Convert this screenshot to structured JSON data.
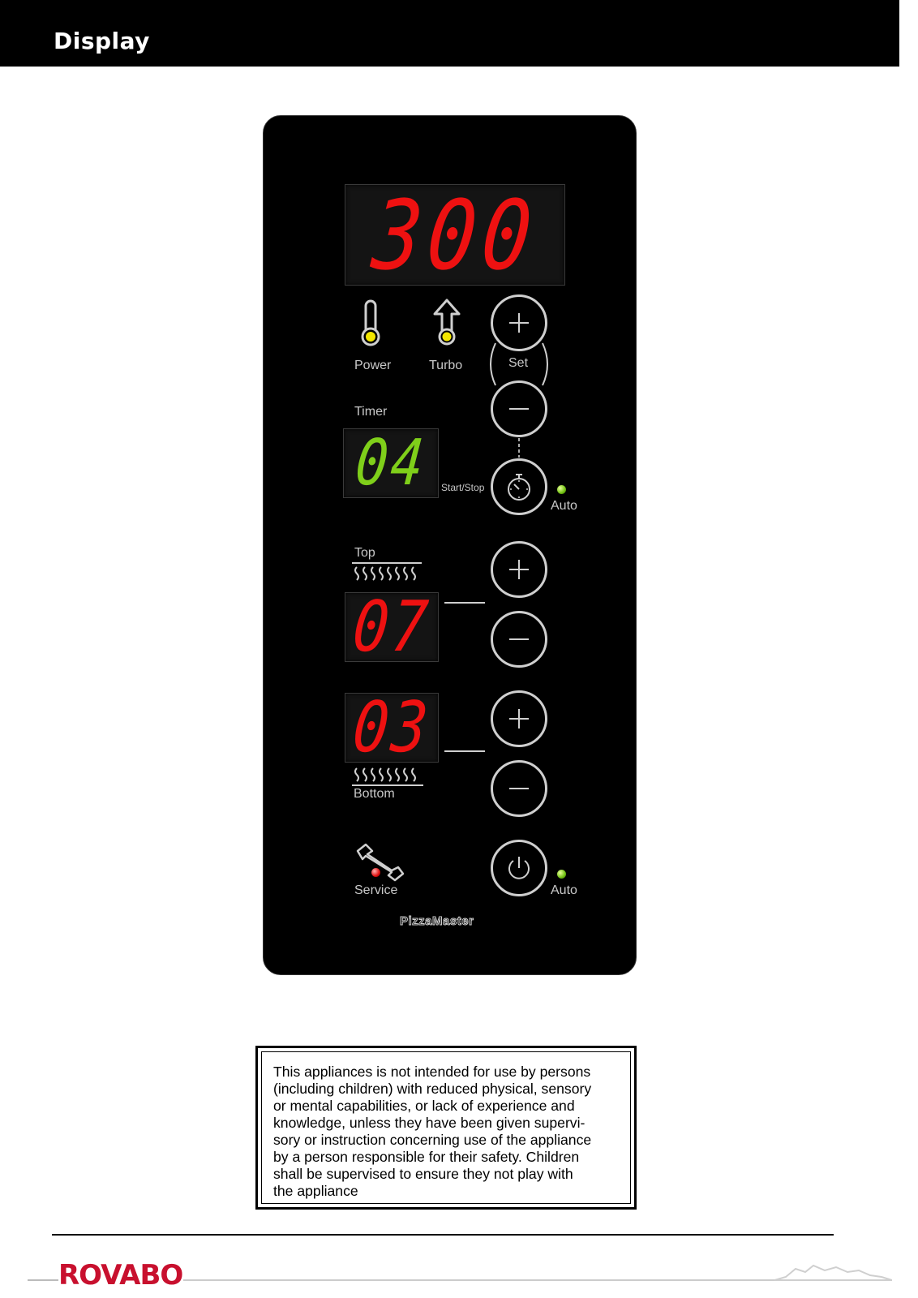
{
  "header": {
    "title": "Display"
  },
  "panel": {
    "main_display": "300",
    "power_label": "Power",
    "turbo_label": "Turbo",
    "set_label": "Set",
    "timer_label": "Timer",
    "timer_display": "04",
    "start_stop_label": "Start/Stop",
    "timer_auto_label": "Auto",
    "top_label": "Top",
    "top_display": "07",
    "bottom_display": "03",
    "bottom_label": "Bottom",
    "service_label": "Service",
    "power_auto_label": "Auto",
    "brand_label": "PizzaMaster",
    "colors": {
      "display_red": "#ee1111",
      "display_green": "#7fcf1a",
      "led_yellow": "#f2e600",
      "led_green": "#6fbf10",
      "led_red": "#e01010"
    }
  },
  "notice": {
    "lines": [
      "This appliances is not intended for use by persons",
      "(including children) with reduced physical, sensory",
      "or mental capabilities, or lack of experience and",
      "knowledge, unless they have been given supervi-",
      "sory or instruction concerning use of the appliance",
      "by a person responsible for their safety. Children",
      "shall be supervised to ensure they not play with",
      "the appliance"
    ]
  },
  "footer": {
    "logo": "ROVABO"
  }
}
